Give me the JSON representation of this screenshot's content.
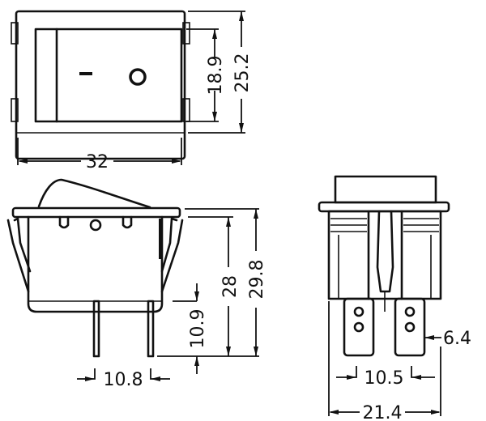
{
  "dimensions": {
    "top_width": "32",
    "top_rocker_height": "18.9",
    "top_height": "25.2",
    "side_body_height": "28",
    "side_total_height": "29.8",
    "side_pin_length": "10.9",
    "side_pin_spacing": "10.8",
    "end_terminal_width": "6.4",
    "end_terminal_spacing": "10.5",
    "end_width": "21.4"
  },
  "symbols": {
    "on": "I",
    "off": "O"
  }
}
